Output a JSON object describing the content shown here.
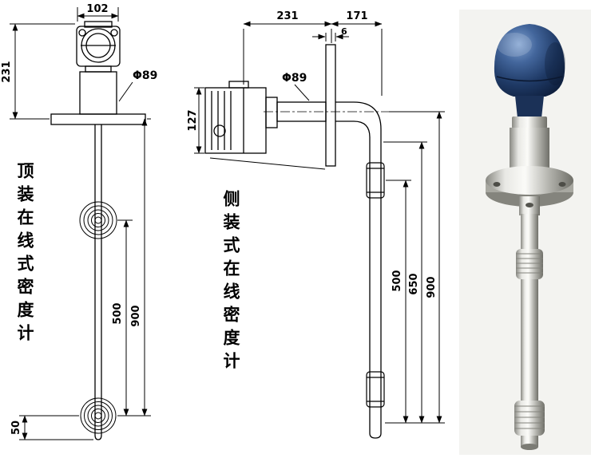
{
  "figure": {
    "background_color": "#ffffff",
    "line_color": "#000000"
  },
  "top_mount": {
    "label": "顶装在线式密度计",
    "dims": {
      "head_width": "102",
      "overall_height": "231",
      "neck_diameter": "Φ89",
      "float_spacing": "500",
      "insertion_length": "900",
      "bottom_offset": "50"
    }
  },
  "side_mount": {
    "label": "侧装式在线密度计",
    "dims": {
      "body_length": "231",
      "extension_length": "171",
      "flange_thickness": "6",
      "body_height": "127",
      "pipe_diameter": "Φ89",
      "span_500": "500",
      "span_650": "650",
      "span_900": "900"
    }
  },
  "photo": {
    "head_color": "#1f3a66",
    "steel_color": "#c6c6c0",
    "background_color": "#f3f3f0"
  }
}
